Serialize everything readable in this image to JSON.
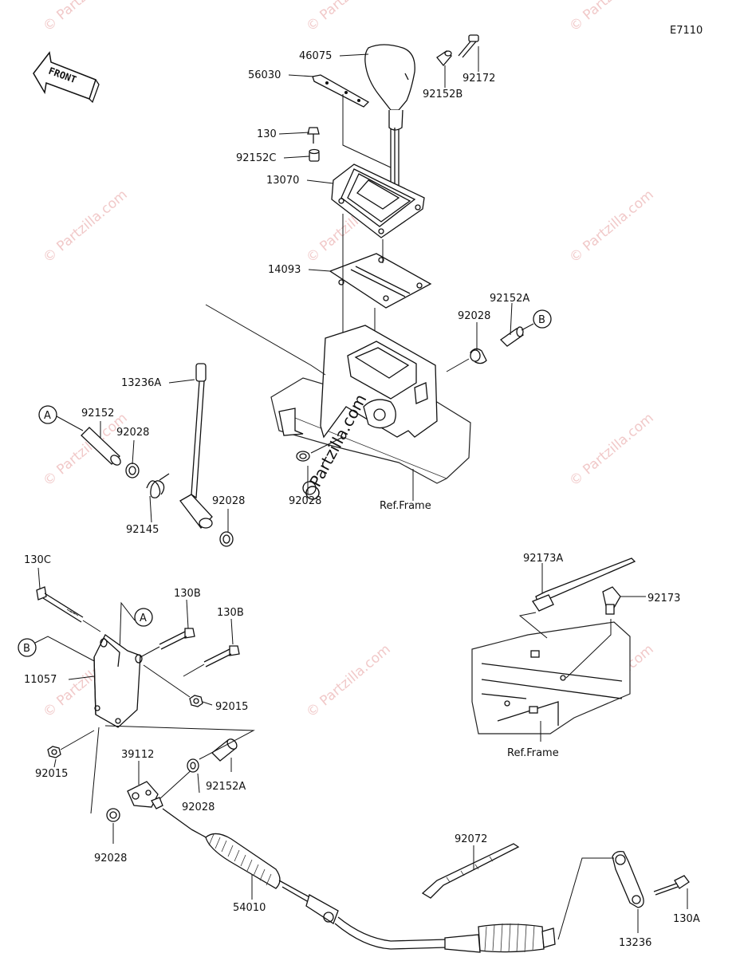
{
  "diagram": {
    "code": "E7110",
    "front_label": "FRONT",
    "watermark": "© Partzilla.com",
    "center_watermark": "Partzilla.com",
    "ref_frame": "Ref.Frame",
    "callouts": [
      "A",
      "B"
    ],
    "parts": [
      "46075",
      "56030",
      "92172",
      "92152B",
      "130",
      "92152C",
      "13070",
      "14093",
      "92152A",
      "92028",
      "13236A",
      "92152",
      "92145",
      "130C",
      "130B",
      "11057",
      "92015",
      "39112",
      "54010",
      "92072",
      "13236",
      "130A",
      "92173A",
      "92173"
    ]
  }
}
